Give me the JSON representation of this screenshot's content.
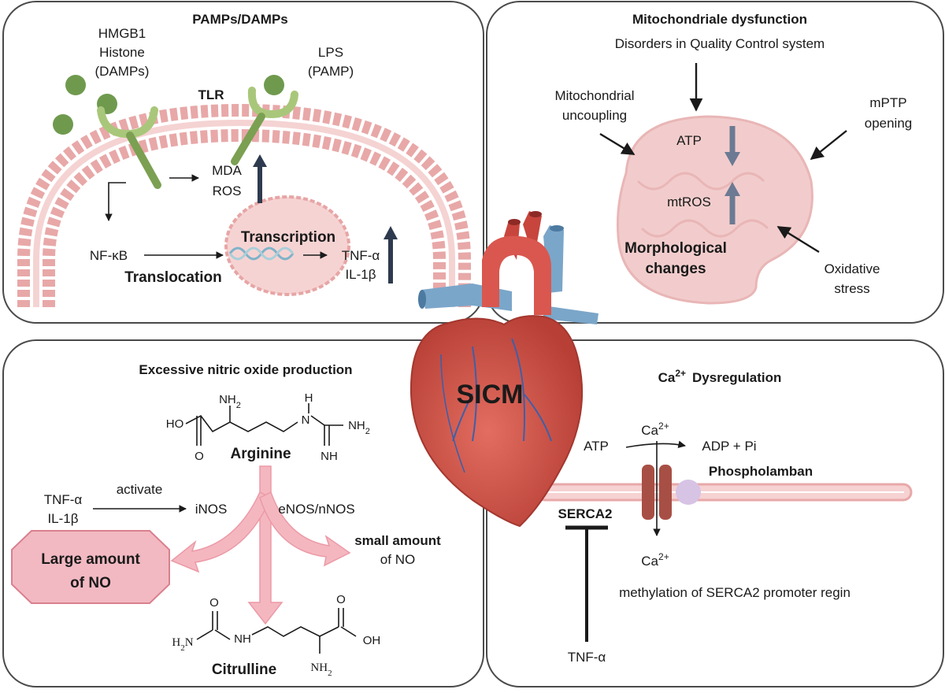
{
  "center": {
    "label": "SICM"
  },
  "pamps": {
    "title": "PAMPs/DAMPs",
    "damps_line1": "HMGB1",
    "damps_line2": "Histone",
    "damps_line3": "(DAMPs)",
    "lps_line1": "LPS",
    "lps_line2": "(PAMP)",
    "tlr": "TLR",
    "mda": "MDA",
    "ros": "ROS",
    "nfkb": "NF-κB",
    "translocation": "Translocation",
    "transcription": "Transcription",
    "tnf": "TNF-α",
    "il1b": "IL-1β"
  },
  "mito": {
    "title": "Mitochondriale dysfunction",
    "subtitle": "Disorders in Quality Control system",
    "uncoupling_line1": "Mitochondrial",
    "uncoupling_line2": "uncoupling",
    "mptp_line1": "mPTP",
    "mptp_line2": "opening",
    "atp": "ATP",
    "mtros": "mtROS",
    "morph_line1": "Morphological",
    "morph_line2": "changes",
    "ox_line1": "Oxidative",
    "ox_line2": "stress"
  },
  "no": {
    "title": "Excessive nitric oxide production",
    "nh2_top": "NH",
    "sub2": "2",
    "ho": "HO",
    "o": "O",
    "h": "H",
    "n": "N",
    "nh2_right": "NH",
    "nh": "NH",
    "arginine": "Arginine",
    "tnf": "TNF-α",
    "il1b": "IL-1β",
    "activate": "activate",
    "inos": "iNOS",
    "enos": "eNOS/nNOS",
    "small_line1": "small amount",
    "small_line2": "of NO",
    "large_line1": "Large amount",
    "large_line2": "of NO",
    "h2n": "H",
    "h2n_n": "N",
    "oh": "OH",
    "cit_nh2": "NH",
    "citrulline": "Citrulline"
  },
  "ca": {
    "title_ca": "Ca",
    "title_sup": "2+",
    "title_rest": "Dysregulation",
    "atp": "ATP",
    "ca_top": "Ca",
    "ca_top_sup": "2+",
    "adp": "ADP + Pi",
    "phospholamban": "Phospholamban",
    "serca": "SERCA2",
    "ca_bottom": "Ca",
    "ca_bottom_sup": "2+",
    "methylation": "methylation of SERCA2 promoter regin",
    "tnf": "TNF-α"
  },
  "colors": {
    "membrane": "#e8a8a8",
    "receptor": "#a9c77a",
    "receptor_stem": "#7ba052",
    "molecule": "#6f9a4e",
    "mitochondrion": "#f2cccc",
    "up_arrow": "#6c7a93",
    "pink_arrow": "#f4b7c0",
    "heart_red": "#d9574e",
    "heart_blue": "#7aa6c9",
    "channel": "#a84f45",
    "phospholamban": "#d7c3e4"
  }
}
